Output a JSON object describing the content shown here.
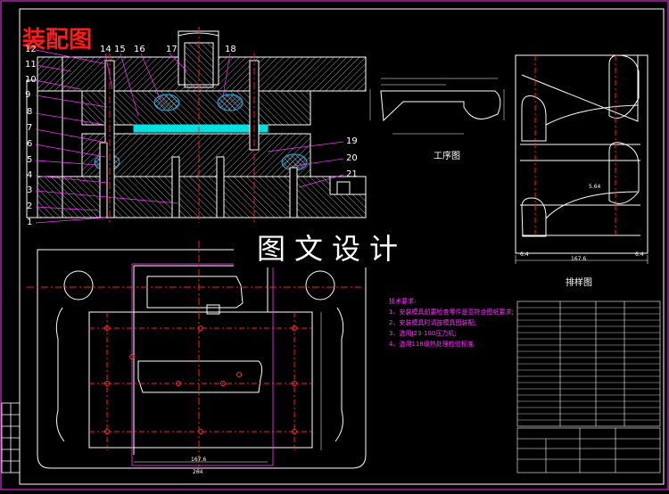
{
  "drawing": {
    "title": "装配图",
    "watermark": "图文设计",
    "process_label": "工序图",
    "layout_label": "排样图",
    "part_numbers_left": [
      "12",
      "11",
      "10",
      "9",
      "8",
      "7",
      "6",
      "5",
      "4",
      "3",
      "2",
      "1"
    ],
    "part_numbers_top": [
      "14",
      "15",
      "16",
      "17",
      "18"
    ],
    "part_numbers_right": [
      "19",
      "20",
      "21"
    ],
    "tech_requirements": {
      "heading": "技术要求:",
      "lines": [
        "1、安装模具前要检查零件是否符合图纸要求;",
        "2、安装模具时请按模具图装配;",
        "3、选用J23-100压力机;",
        "4、选用118级热处理检验标准."
      ]
    },
    "dimensions": {
      "layout_width": "167.6",
      "layout_margin_left": "6.4",
      "layout_margin_right": "6.4",
      "layout_gap": "5.64",
      "plan_width_inner": "167.6",
      "plan_width_outer": "264"
    },
    "colors": {
      "background": "#000000",
      "outline": "#ffffff",
      "centerline": "#ff2020",
      "section": "#c8c8c8",
      "leader": "#ff33ff",
      "cyan": "#00e0e0"
    }
  }
}
